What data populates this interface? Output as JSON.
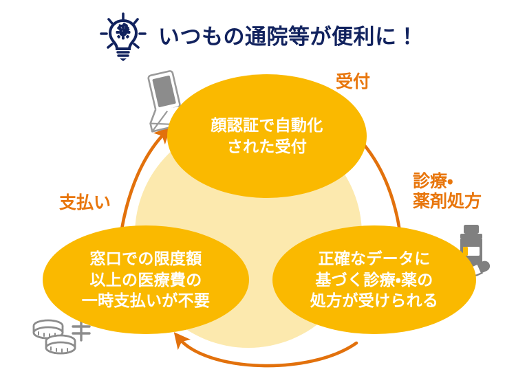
{
  "header": {
    "title": "いつもの通院等が便利に！",
    "icon": "lightbulb-gear-icon",
    "title_color": "#11225E"
  },
  "theme": {
    "bubble_fill": "#FAB900",
    "bubble_text": "#FFFFFF",
    "center_glow": "#FCE9AE",
    "arrow_color": "#E2710C",
    "label_color": "#E8760C",
    "device_icon_color": "#808080",
    "background": "#FFFFFF"
  },
  "cycle": {
    "stages": [
      {
        "id": "reception",
        "label": "受付",
        "body": "顔認証で自動化\nされた受付",
        "body_lines": [
          "顔認証で自動化",
          "された受付"
        ],
        "icon": "card-reader-tablet-icon"
      },
      {
        "id": "treatment",
        "label": "診療・\n薬剤処方",
        "label_lines": [
          "診療・",
          "薬剤処方"
        ],
        "body": "正確なデータに\n基づく診療・薬の\n処方が受けられる",
        "body_lines": [
          "正確なデータに",
          "基づく診療・薬の",
          "処方が受けられる"
        ],
        "icon": "medicine-bottle-icon"
      },
      {
        "id": "payment",
        "label": "支払い",
        "body": "窓口での限度額\n以上の医療費の\n一時支払いが不要",
        "body_lines": [
          "窓口での限度額",
          "以上の医療費の",
          "一時支払いが不要"
        ],
        "icon": "yen-coins-icon"
      }
    ],
    "flow": [
      {
        "from": "payment",
        "to": "reception",
        "direction": "up-left-curve"
      },
      {
        "from": "reception",
        "to": "treatment",
        "direction": "down-right-curve"
      },
      {
        "from": "treatment",
        "to": "payment",
        "direction": "bottom-left-curve"
      }
    ]
  }
}
